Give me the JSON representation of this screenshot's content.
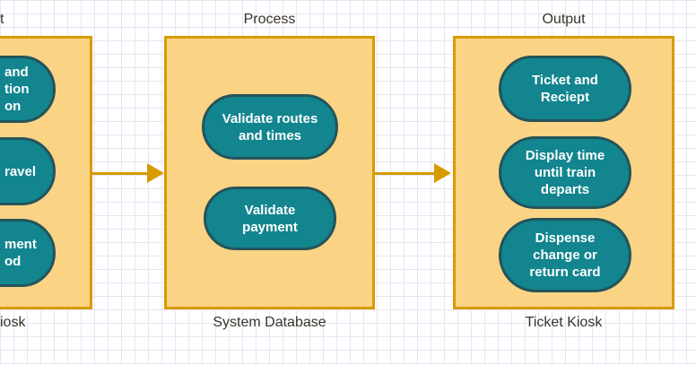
{
  "diagram": {
    "columns": [
      {
        "id": "input-clipped",
        "top_label": "t",
        "bottom_label": "iosk",
        "ellipses": [
          {
            "lines": [
              "and",
              "tion",
              "on"
            ]
          },
          {
            "lines": [
              "ravel"
            ]
          },
          {
            "lines": [
              "ment",
              "od"
            ]
          }
        ]
      },
      {
        "id": "process",
        "top_label": "Process",
        "bottom_label": "System Database",
        "ellipses": [
          {
            "lines": [
              "Validate routes",
              "and times"
            ]
          },
          {
            "lines": [
              "Validate",
              "payment"
            ]
          }
        ]
      },
      {
        "id": "output",
        "top_label": "Output",
        "bottom_label": "Ticket Kiosk",
        "ellipses": [
          {
            "lines": [
              "Ticket and",
              "Reciept"
            ]
          },
          {
            "lines": [
              "Display time",
              "until train",
              "departs"
            ]
          },
          {
            "lines": [
              "Dispense",
              "change or",
              "return card"
            ]
          }
        ]
      }
    ],
    "colors": {
      "background": "#FFFFFF",
      "grid_line": "#E6E6F4",
      "box_fill": "#FBD384",
      "box_border": "#D79B00",
      "ellipse_fill": "#12858E",
      "ellipse_border": "#23545B",
      "ellipse_text": "#FFFFFF",
      "label_text": "#39342A",
      "arrow": "#D79B00"
    }
  }
}
